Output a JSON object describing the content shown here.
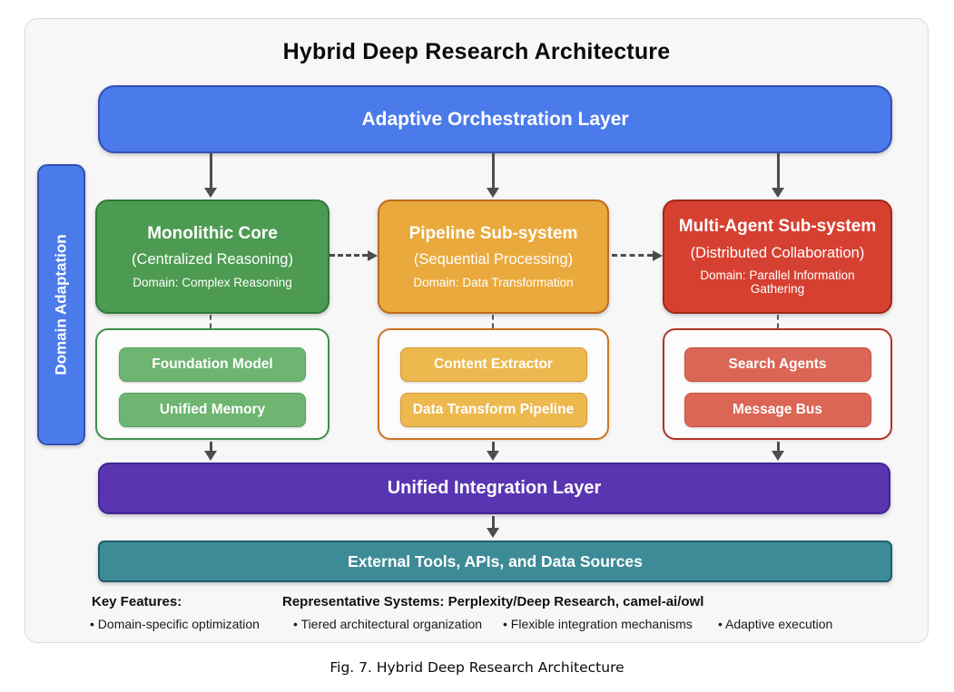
{
  "figure": {
    "title": "Hybrid Deep Research Architecture",
    "caption": "Fig. 7. Hybrid Deep Research Architecture"
  },
  "diagram": {
    "orchestration": {
      "label": "Adaptive Orchestration Layer"
    },
    "domain_adaptation": {
      "label": "Domain Adaptation"
    },
    "subsystems": [
      {
        "title": "Monolithic Core",
        "subtitle": "(Centralized Reasoning)",
        "domain": "Domain: Complex Reasoning",
        "components": [
          "Foundation Model",
          "Unified Memory"
        ]
      },
      {
        "title": "Pipeline Sub-system",
        "subtitle": "(Sequential Processing)",
        "domain": "Domain: Data Transformation",
        "components": [
          "Content Extractor",
          "Data Transform Pipeline"
        ]
      },
      {
        "title": "Multi-Agent Sub-system",
        "subtitle": "(Distributed Collaboration)",
        "domain": "Domain: Parallel Information Gathering",
        "components": [
          "Search Agents",
          "Message Bus"
        ]
      }
    ],
    "integration": {
      "label": "Unified Integration Layer"
    },
    "external": {
      "label": "External Tools, APIs, and Data Sources"
    },
    "footer": {
      "key_features_label": "Key Features:",
      "representative_label": "Representative Systems: Perplexity/Deep Research, camel-ai/owl",
      "bullets": [
        "• Domain-specific optimization",
        "• Tiered architectural organization",
        "• Flexible integration mechanisms",
        "• Adaptive execution"
      ]
    },
    "colors": {
      "orchestration_blue": "#4b7bea",
      "monolithic_green": "#4d9b52",
      "pipeline_amber": "#e9a93c",
      "multiagent_red": "#d64031",
      "integration_purple": "#5a35b2",
      "external_teal": "#3e8b98",
      "arrow_gray": "#4d4d4d",
      "panel_background": "#f7f7f8"
    }
  }
}
